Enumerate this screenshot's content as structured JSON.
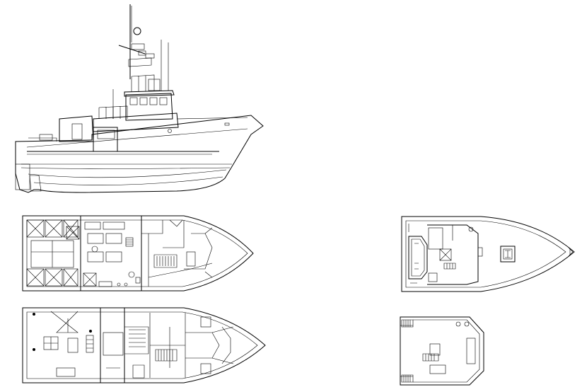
{
  "drawing": {
    "views": [
      {
        "id": "side-elevation"
      },
      {
        "id": "main-deck-plan"
      },
      {
        "id": "lower-deck-plan"
      },
      {
        "id": "wheelhouse-deck-plan"
      },
      {
        "id": "upper-deck-plan"
      }
    ]
  }
}
